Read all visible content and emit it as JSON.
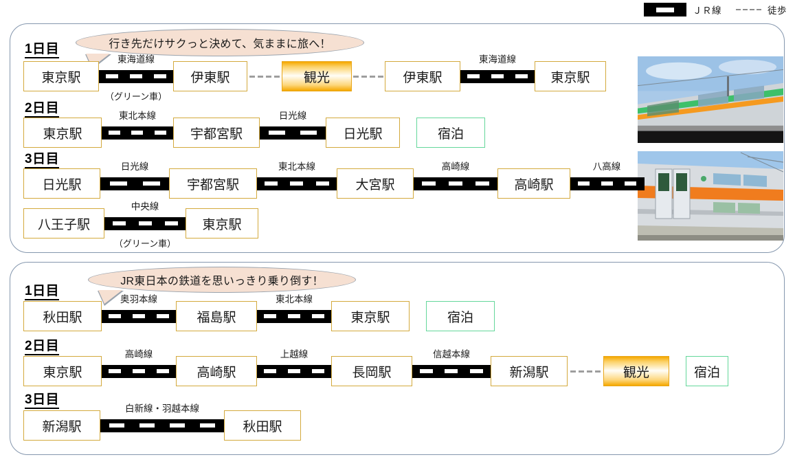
{
  "legend": {
    "rail_label": "ＪＲ線",
    "walk_label": "徒歩",
    "rail_icon": "railroad-track-icon",
    "walk_icon": "dashed-walk-icon"
  },
  "panels": [
    {
      "id": "panel-a",
      "bubble": "行き先だけサクっと決めて、気ままに旅へ！",
      "days": [
        {
          "label": "1日目",
          "lines": [
            {
              "items": [
                {
                  "type": "station",
                  "text": "東京駅"
                },
                {
                  "type": "rail",
                  "line": "東海道線",
                  "sub": "（グリーン車）"
                },
                {
                  "type": "station",
                  "text": "伊東駅"
                },
                {
                  "type": "walk"
                },
                {
                  "type": "sight",
                  "text": "観光"
                },
                {
                  "type": "walk"
                },
                {
                  "type": "station",
                  "text": "伊東駅"
                },
                {
                  "type": "rail",
                  "line": "東海道線",
                  "sub": ""
                },
                {
                  "type": "station",
                  "text": "東京駅"
                }
              ]
            }
          ]
        },
        {
          "label": "2日目",
          "lines": [
            {
              "items": [
                {
                  "type": "station",
                  "text": "東京駅"
                },
                {
                  "type": "rail",
                  "line": "東北本線",
                  "sub": ""
                },
                {
                  "type": "station",
                  "text": "宇都宮駅"
                },
                {
                  "type": "rail",
                  "line": "日光線",
                  "sub": ""
                },
                {
                  "type": "station",
                  "text": "日光駅"
                },
                {
                  "type": "stay",
                  "text": "宿泊"
                }
              ]
            }
          ]
        },
        {
          "label": "3日目",
          "lines": [
            {
              "items": [
                {
                  "type": "station",
                  "text": "日光駅"
                },
                {
                  "type": "rail",
                  "line": "日光線",
                  "sub": ""
                },
                {
                  "type": "station",
                  "text": "宇都宮駅"
                },
                {
                  "type": "rail",
                  "line": "東北本線",
                  "sub": ""
                },
                {
                  "type": "station",
                  "text": "大宮駅"
                },
                {
                  "type": "rail",
                  "line": "高崎線",
                  "sub": ""
                },
                {
                  "type": "station",
                  "text": "高崎駅"
                },
                {
                  "type": "rail",
                  "line": "八高線",
                  "sub": ""
                }
              ]
            },
            {
              "items": [
                {
                  "type": "station",
                  "text": "八王子駅"
                },
                {
                  "type": "rail",
                  "line": "中央線",
                  "sub": "（グリーン車）"
                },
                {
                  "type": "station",
                  "text": "東京駅"
                }
              ]
            }
          ]
        }
      ],
      "photos": [
        {
          "name": "photo-shonan-train",
          "stripe": "#3ec06a",
          "stripe2": "#f59a20",
          "sky": "#a9c9e8"
        },
        {
          "name": "photo-chuo-line-train",
          "stripe": "#f07c1e",
          "stripe2": "#f07c1e",
          "sky": "#9fc6ea"
        }
      ]
    },
    {
      "id": "panel-b",
      "bubble": "JR東日本の鉄道を思いっきり乗り倒す！",
      "days": [
        {
          "label": "1日目",
          "lines": [
            {
              "items": [
                {
                  "type": "station",
                  "text": "秋田駅"
                },
                {
                  "type": "rail",
                  "line": "奥羽本線",
                  "sub": ""
                },
                {
                  "type": "station",
                  "text": "福島駅"
                },
                {
                  "type": "rail",
                  "line": "東北本線",
                  "sub": ""
                },
                {
                  "type": "station",
                  "text": "東京駅"
                },
                {
                  "type": "stay",
                  "text": "宿泊"
                }
              ]
            }
          ]
        },
        {
          "label": "2日目",
          "lines": [
            {
              "items": [
                {
                  "type": "station",
                  "text": "東京駅"
                },
                {
                  "type": "rail",
                  "line": "高崎線",
                  "sub": ""
                },
                {
                  "type": "station",
                  "text": "高崎駅"
                },
                {
                  "type": "rail",
                  "line": "上越線",
                  "sub": ""
                },
                {
                  "type": "station",
                  "text": "長岡駅"
                },
                {
                  "type": "rail",
                  "line": "信越本線",
                  "sub": ""
                },
                {
                  "type": "station",
                  "text": "新潟駅"
                },
                {
                  "type": "walk"
                },
                {
                  "type": "sight",
                  "text": "観光"
                },
                {
                  "type": "stay",
                  "text": "宿泊"
                }
              ]
            }
          ]
        },
        {
          "label": "3日目",
          "lines": [
            {
              "items": [
                {
                  "type": "station",
                  "text": "新潟駅"
                },
                {
                  "type": "rail",
                  "line": "白新線・羽越本線",
                  "sub": ""
                },
                {
                  "type": "station",
                  "text": "秋田駅"
                }
              ]
            }
          ]
        }
      ],
      "photos": []
    }
  ],
  "colors": {
    "station_border": "#d3a93c",
    "panel_border": "#8496ad",
    "bubble_fill": "#f6e0d2",
    "sight_accent": "#f5a800",
    "stay_border": "#63d79a",
    "rail_black": "#000000",
    "walk_gray": "#9e9e9e"
  }
}
